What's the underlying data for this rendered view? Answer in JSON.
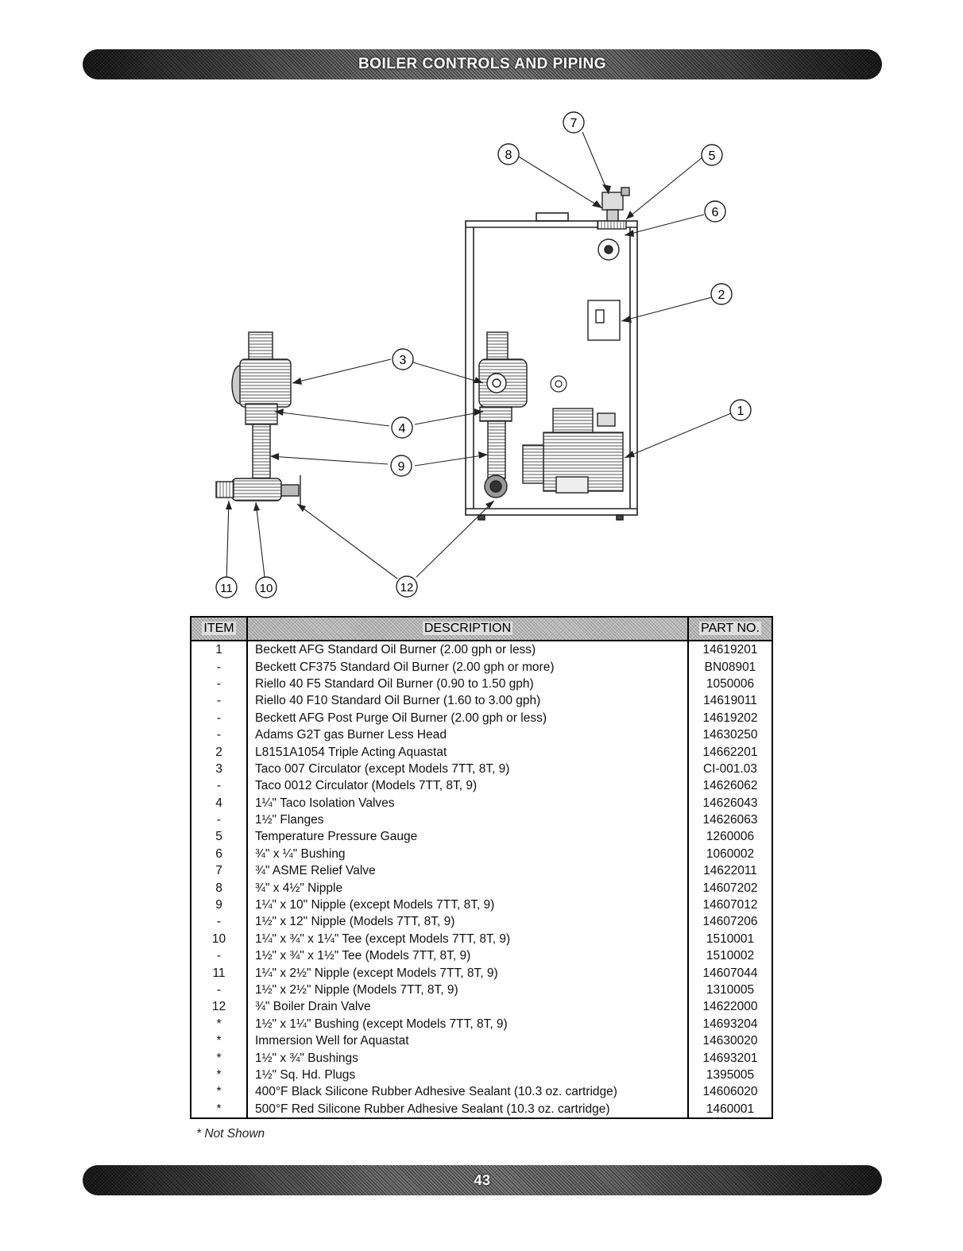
{
  "header": {
    "title": "BOILER CONTROLS AND PIPING"
  },
  "diagram": {
    "callouts": [
      "1",
      "2",
      "3",
      "4",
      "5",
      "6",
      "7",
      "8",
      "9",
      "10",
      "11",
      "12"
    ]
  },
  "table": {
    "headers": {
      "item": "ITEM",
      "description": "DESCRIPTION",
      "part_no": "PART NO."
    },
    "rows": [
      {
        "item": "1",
        "description": "Beckett AFG Standard Oil Burner (2.00 gph or less)",
        "part_no": "14619201"
      },
      {
        "item": "-",
        "description": "Beckett CF375 Standard Oil Burner (2.00 gph or more)",
        "part_no": "BN08901"
      },
      {
        "item": "-",
        "description": "Riello 40 F5 Standard Oil Burner (0.90 to 1.50 gph)",
        "part_no": "1050006"
      },
      {
        "item": "-",
        "description": "Riello 40 F10 Standard Oil Burner (1.60 to 3.00 gph)",
        "part_no": "14619011"
      },
      {
        "item": "-",
        "description": "Beckett AFG Post Purge Oil Burner (2.00 gph or less)",
        "part_no": "14619202"
      },
      {
        "item": "-",
        "description": "Adams G2T gas Burner Less Head",
        "part_no": "14630250"
      },
      {
        "item": "2",
        "description": "L8151A1054 Triple Acting Aquastat",
        "part_no": "14662201"
      },
      {
        "item": "3",
        "description": "Taco 007 Circulator (except Models 7TT, 8T, 9)",
        "part_no": "CI-001.03"
      },
      {
        "item": "-",
        "description": "Taco 0012 Circulator (Models 7TT, 8T, 9)",
        "part_no": "14626062"
      },
      {
        "item": "4",
        "description": "1¼\" Taco Isolation Valves",
        "part_no": "14626043"
      },
      {
        "item": "-",
        "description": "1½\" Flanges",
        "part_no": "14626063"
      },
      {
        "item": "5",
        "description": "Temperature Pressure Gauge",
        "part_no": "1260006"
      },
      {
        "item": "6",
        "description": "¾\" x ¼\" Bushing",
        "part_no": "1060002"
      },
      {
        "item": "7",
        "description": "¾\" ASME Relief Valve",
        "part_no": "14622011"
      },
      {
        "item": "8",
        "description": "¾\" x 4½\" Nipple",
        "part_no": "14607202"
      },
      {
        "item": "9",
        "description": "1¼\" x 10\" Nipple (except Models 7TT, 8T, 9)",
        "part_no": "14607012"
      },
      {
        "item": "-",
        "description": "1½\" x 12\" Nipple (Models 7TT, 8T, 9)",
        "part_no": "14607206"
      },
      {
        "item": "10",
        "description": "1¼\" x ¾\" x 1¼\" Tee (except Models 7TT, 8T, 9)",
        "part_no": "1510001"
      },
      {
        "item": "-",
        "description": "1½\" x ¾\" x 1½\" Tee (Models 7TT, 8T, 9)",
        "part_no": "1510002"
      },
      {
        "item": "11",
        "description": "1¼\" x 2½\" Nipple (except Models 7TT, 8T, 9)",
        "part_no": "14607044"
      },
      {
        "item": "-",
        "description": "1½\" x 2½\" Nipple (Models 7TT, 8T, 9)",
        "part_no": "1310005"
      },
      {
        "item": "12",
        "description": "¾\" Boiler Drain Valve",
        "part_no": "14622000"
      },
      {
        "item": "*",
        "description": "1½\" x 1¼\" Bushing (except Models 7TT, 8T, 9)",
        "part_no": "14693204"
      },
      {
        "item": "*",
        "description": "Immersion Well for Aquastat",
        "part_no": "14630020"
      },
      {
        "item": "*",
        "description": "1½\" x ¾\" Bushings",
        "part_no": "14693201"
      },
      {
        "item": "*",
        "description": "1½\" Sq. Hd. Plugs",
        "part_no": "1395005"
      },
      {
        "item": "*",
        "description": "400°F Black Silicone Rubber Adhesive Sealant (10.3 oz. cartridge)",
        "part_no": "14606020"
      },
      {
        "item": "*",
        "description": "500°F Red Silicone Rubber Adhesive Sealant (10.3 oz. cartridge)",
        "part_no": "1460001"
      }
    ]
  },
  "footnote": "* Not Shown",
  "footer": {
    "page_number": "43"
  }
}
